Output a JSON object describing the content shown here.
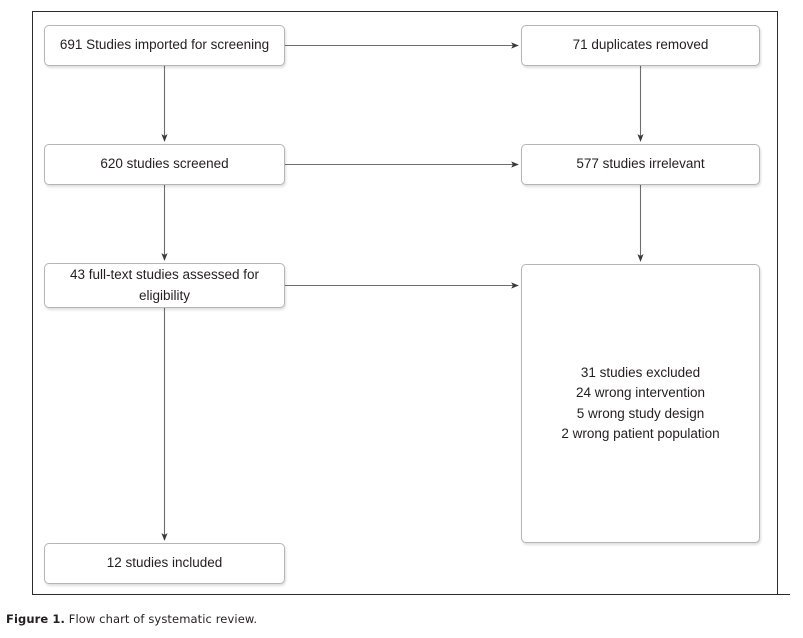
{
  "figure": {
    "caption_label": "Figure 1.",
    "caption_text": "Flow chart of systematic review."
  },
  "chart_data": {
    "type": "diagram",
    "diagram_kind": "prisma-flow-chart",
    "title": "Flow chart of systematic review",
    "nodes": [
      {
        "id": "imported",
        "label": "691 Studies imported for screening",
        "count": 691,
        "column": "left",
        "row": 1
      },
      {
        "id": "duplicates",
        "label": "71 duplicates removed",
        "count": 71,
        "column": "right",
        "row": 1
      },
      {
        "id": "screened",
        "label": "620 studies screened",
        "count": 620,
        "column": "left",
        "row": 2
      },
      {
        "id": "irrelevant",
        "label": "577 studies irrelevant",
        "count": 577,
        "column": "right",
        "row": 2
      },
      {
        "id": "fulltext",
        "label": "43 full-text studies assessed for\neligibility",
        "count": 43,
        "column": "left",
        "row": 3
      },
      {
        "id": "excluded",
        "label": "31 studies excluded\n24 wrong intervention\n5 wrong study design\n2 wrong patient population",
        "count": 31,
        "column": "right",
        "row": 3
      },
      {
        "id": "included",
        "label": "12 studies included",
        "count": 12,
        "column": "left",
        "row": 4
      }
    ],
    "excluded_breakdown": [
      {
        "label": "31 studies excluded",
        "value": 31
      },
      {
        "label": "24 wrong intervention",
        "value": 24
      },
      {
        "label": "5 wrong study design",
        "value": 5
      },
      {
        "label": "2 wrong patient population",
        "value": 2
      }
    ],
    "edges": [
      {
        "from": "imported",
        "to": "duplicates",
        "direction": "right"
      },
      {
        "from": "imported",
        "to": "screened",
        "direction": "down"
      },
      {
        "from": "duplicates",
        "to": "irrelevant",
        "direction": "down"
      },
      {
        "from": "screened",
        "to": "irrelevant",
        "direction": "right"
      },
      {
        "from": "screened",
        "to": "fulltext",
        "direction": "down"
      },
      {
        "from": "irrelevant",
        "to": "excluded",
        "direction": "down"
      },
      {
        "from": "fulltext",
        "to": "excluded",
        "direction": "right"
      },
      {
        "from": "fulltext",
        "to": "included",
        "direction": "down"
      }
    ],
    "colors": {
      "box_border": "#b5b5b5",
      "box_fill": "#ffffff",
      "connector": "#6e6e6e",
      "frame": "#2b2b2b",
      "text": "#231f20"
    }
  },
  "nodes": {
    "imported": "691 Studies imported for screening",
    "duplicates": "71 duplicates removed",
    "screened": "620 studies screened",
    "irrelevant": "577 studies irrelevant",
    "fulltext": "43 full-text studies assessed for\neligibility",
    "excluded": "31 studies excluded\n24 wrong intervention\n5 wrong study design\n2 wrong patient population",
    "included": "12 studies included"
  }
}
